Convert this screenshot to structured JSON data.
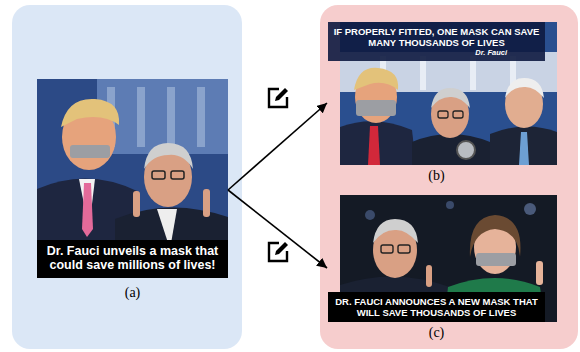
{
  "diagram": {
    "nodes": [
      {
        "text": []
      },
      {
        "text": [
          "Dr. Fauci unveils a mask that could save millions of lives!",
          "(a)"
        ],
        "in": 0
      },
      {
        "text": []
      },
      {
        "text": [
          "IF PROPERLY FITTED, ONE MASK CAN SAVE MANY THOUSANDS OF LIVES",
          "Dr. Fauci",
          "(b)"
        ],
        "in": 2
      },
      {
        "text": [
          "DR. FAUCI ANNOUNCES A NEW MASK THAT WILL SAVE THOUSANDS OF LIVES",
          "(c)"
        ],
        "in": 2
      }
    ],
    "edges": [
      {
        "from": 1,
        "to": 3,
        "arrow": "to"
      },
      {
        "from": 1,
        "to": 4,
        "arrow": "to"
      }
    ]
  }
}
